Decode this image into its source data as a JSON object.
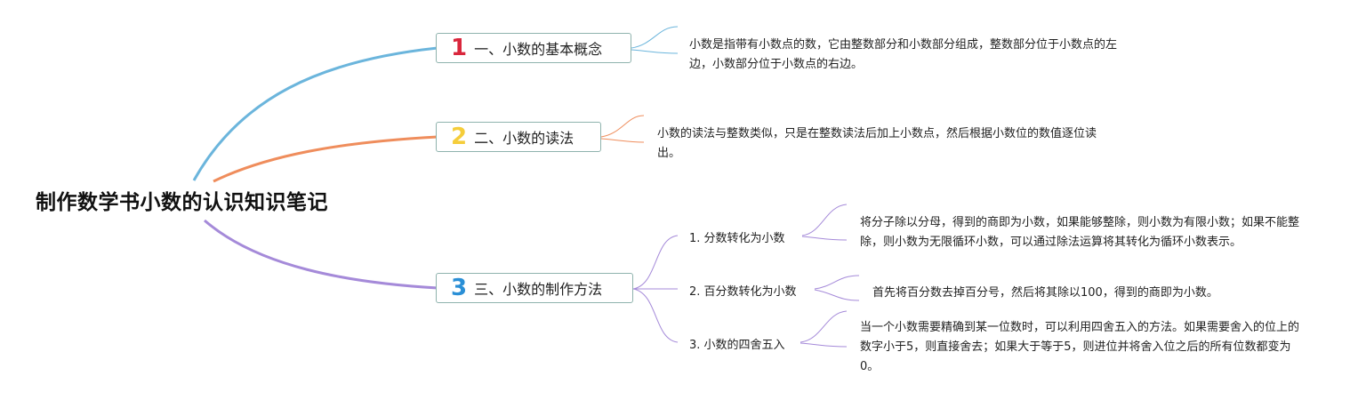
{
  "root": {
    "title": "制作数学书小数的认识知识笔记"
  },
  "branches": [
    {
      "number": "1",
      "label": "一、小数的基本概念",
      "color": "#6bb5dc",
      "number_color": "#d9263c",
      "note": "小数是指带有小数点的数，它由整数部分和小数部分组成，整数部分位于小数点的左边，小数部分位于小数点的右边。"
    },
    {
      "number": "2",
      "label": "二、小数的读法",
      "color": "#ef8d5c",
      "number_color": "#f5cd3a",
      "note": "小数的读法与整数类似，只是在整数读法后加上小数点，然后根据小数位的数值逐位读出。"
    },
    {
      "number": "3",
      "label": "三、小数的制作方法",
      "color": "#a58ad9",
      "number_color": "#2a8fd6",
      "children": [
        {
          "label": "1. 分数转化为小数",
          "note": "将分子除以分母，得到的商即为小数，如果能够整除，则小数为有限小数；如果不能整除，则小数为无限循环小数，可以通过除法运算将其转化为循环小数表示。"
        },
        {
          "label": "2. 百分数转化为小数",
          "note": "首先将百分数去掉百分号，然后将其除以100，得到的商即为小数。"
        },
        {
          "label": "3. 小数的四舍五入",
          "note": "当一个小数需要精确到某一位数时，可以利用四舍五入的方法。如果需要舍入的位上的数字小于5，则直接舍去；如果大于等于5，则进位并将舍入位之后的所有位数都变为0。"
        }
      ]
    }
  ]
}
